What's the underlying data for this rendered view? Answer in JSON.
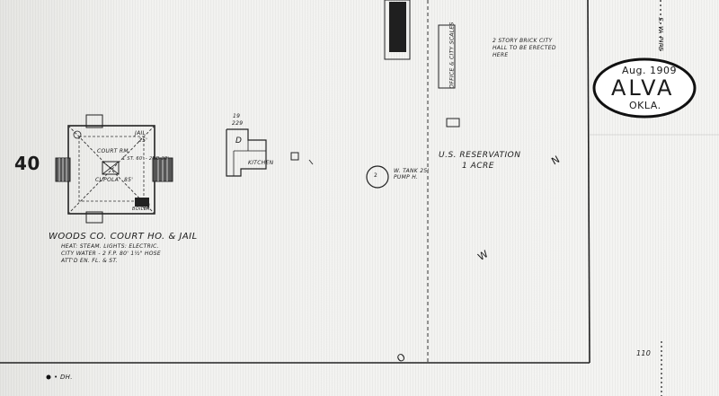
{
  "map": {
    "block_number": "40",
    "stamp": {
      "date": "Aug. 1909",
      "town": "ALVA",
      "state": "OKLA."
    },
    "courthouse": {
      "title": "WOODS CO. COURT HO. & JAIL",
      "notes": [
        "HEAT: STEAM. LIGHTS: ELECTRIC.",
        "CITY WATER - 2 F.P. 80' 1½\" HOSE",
        "ATT'D EN. FL. & ST."
      ],
      "room_labels": {
        "court_room": "COURT RM.",
        "jail": "JAIL",
        "cupola": "CUPOLA",
        "jail_height": "25'",
        "cupola_height": "85'",
        "detail": "1 ST. 60' - 2ND 28'",
        "boiler": "BOILER"
      }
    },
    "dwelling": {
      "number_top": "19",
      "number_bottom": "229",
      "letter": "D",
      "kitchen": "KITCHEN"
    },
    "office_label": "OFFICE & CITY SCALES",
    "city_hall_note": "2 STORY BRICK CITY HALL TO BE ERECTED HERE",
    "tank": {
      "label": "2",
      "note": "W. TANK 25' PUMP H."
    },
    "reservation": {
      "line1": "U.S. RESERVATION",
      "line2": "1 ACRE"
    },
    "street_letters": [
      "N",
      "W",
      "O"
    ],
    "street_name_side": "S. W. PIPE",
    "bottom_note": "• DH.",
    "bottom_right_num": "110"
  }
}
